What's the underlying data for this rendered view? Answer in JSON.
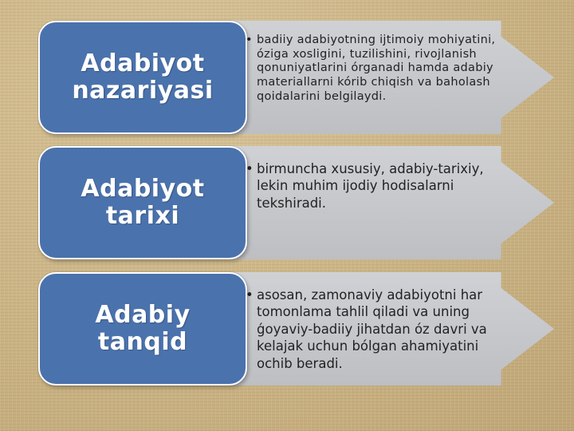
{
  "rows": [
    {
      "title": "Adabiyot\nnazariyasi",
      "bullet": "•",
      "description": "badiiy adabiyotning ijtimoiy mohiyatini, óziga xosligini, tuzilishini, rivojlanish qonuniyatlarini órganadi hamda adabiy materiallarni kórib chiqish va baholash qoidalarini belgilaydi."
    },
    {
      "title": "Adabiyot\ntarixi",
      "bullet": "•",
      "description": "birmuncha xususiy, adabiy-tarixiy, lekin muhim ijodiy hodisalarni tekshiradi."
    },
    {
      "title": "Adabiy\ntanqid",
      "bullet": "•",
      "description": "asosan, zamonaviy adabiyotni har tomonlama tahlil qiladi va uning ǵoyaviy-badiiy jihatdan óz davri va kelajak uchun bólgan ahamiyatini ochib beradi."
    }
  ],
  "colors": {
    "box": "#4a72ad",
    "arrow": "#c7c9cd",
    "background": "#cfb98c"
  }
}
